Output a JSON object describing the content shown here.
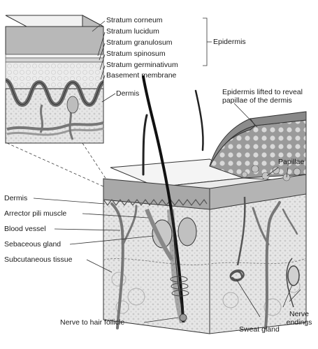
{
  "labels": {
    "stratum_corneum": "Stratum corneum",
    "stratum_lucidum": "Stratum lucidum",
    "stratum_granulosum": "Stratum granulosum",
    "stratum_spinosum": "Stratum spinosum",
    "stratum_germinativum": "Stratum germinativum",
    "basement_membrane": "Basement membrane",
    "epidermis": "Epidermis",
    "dermis_inset": "Dermis",
    "epidermis_lifted": "Epidermis lifted to reveal papillae of the dermis",
    "papillae": "Papillae",
    "dermis": "Dermis",
    "arrector_pili_muscle": "Arrector pili muscle",
    "blood_vessel": "Blood vessel",
    "sebaceous_gland": "Sebaceous gland",
    "subcutaneous_tissue": "Subcutaneous tissue",
    "nerve_to_hair_follicle": "Nerve to hair follicle",
    "sweat_gland": "Sweat gland",
    "nerve_endings": "Nerve endings"
  }
}
